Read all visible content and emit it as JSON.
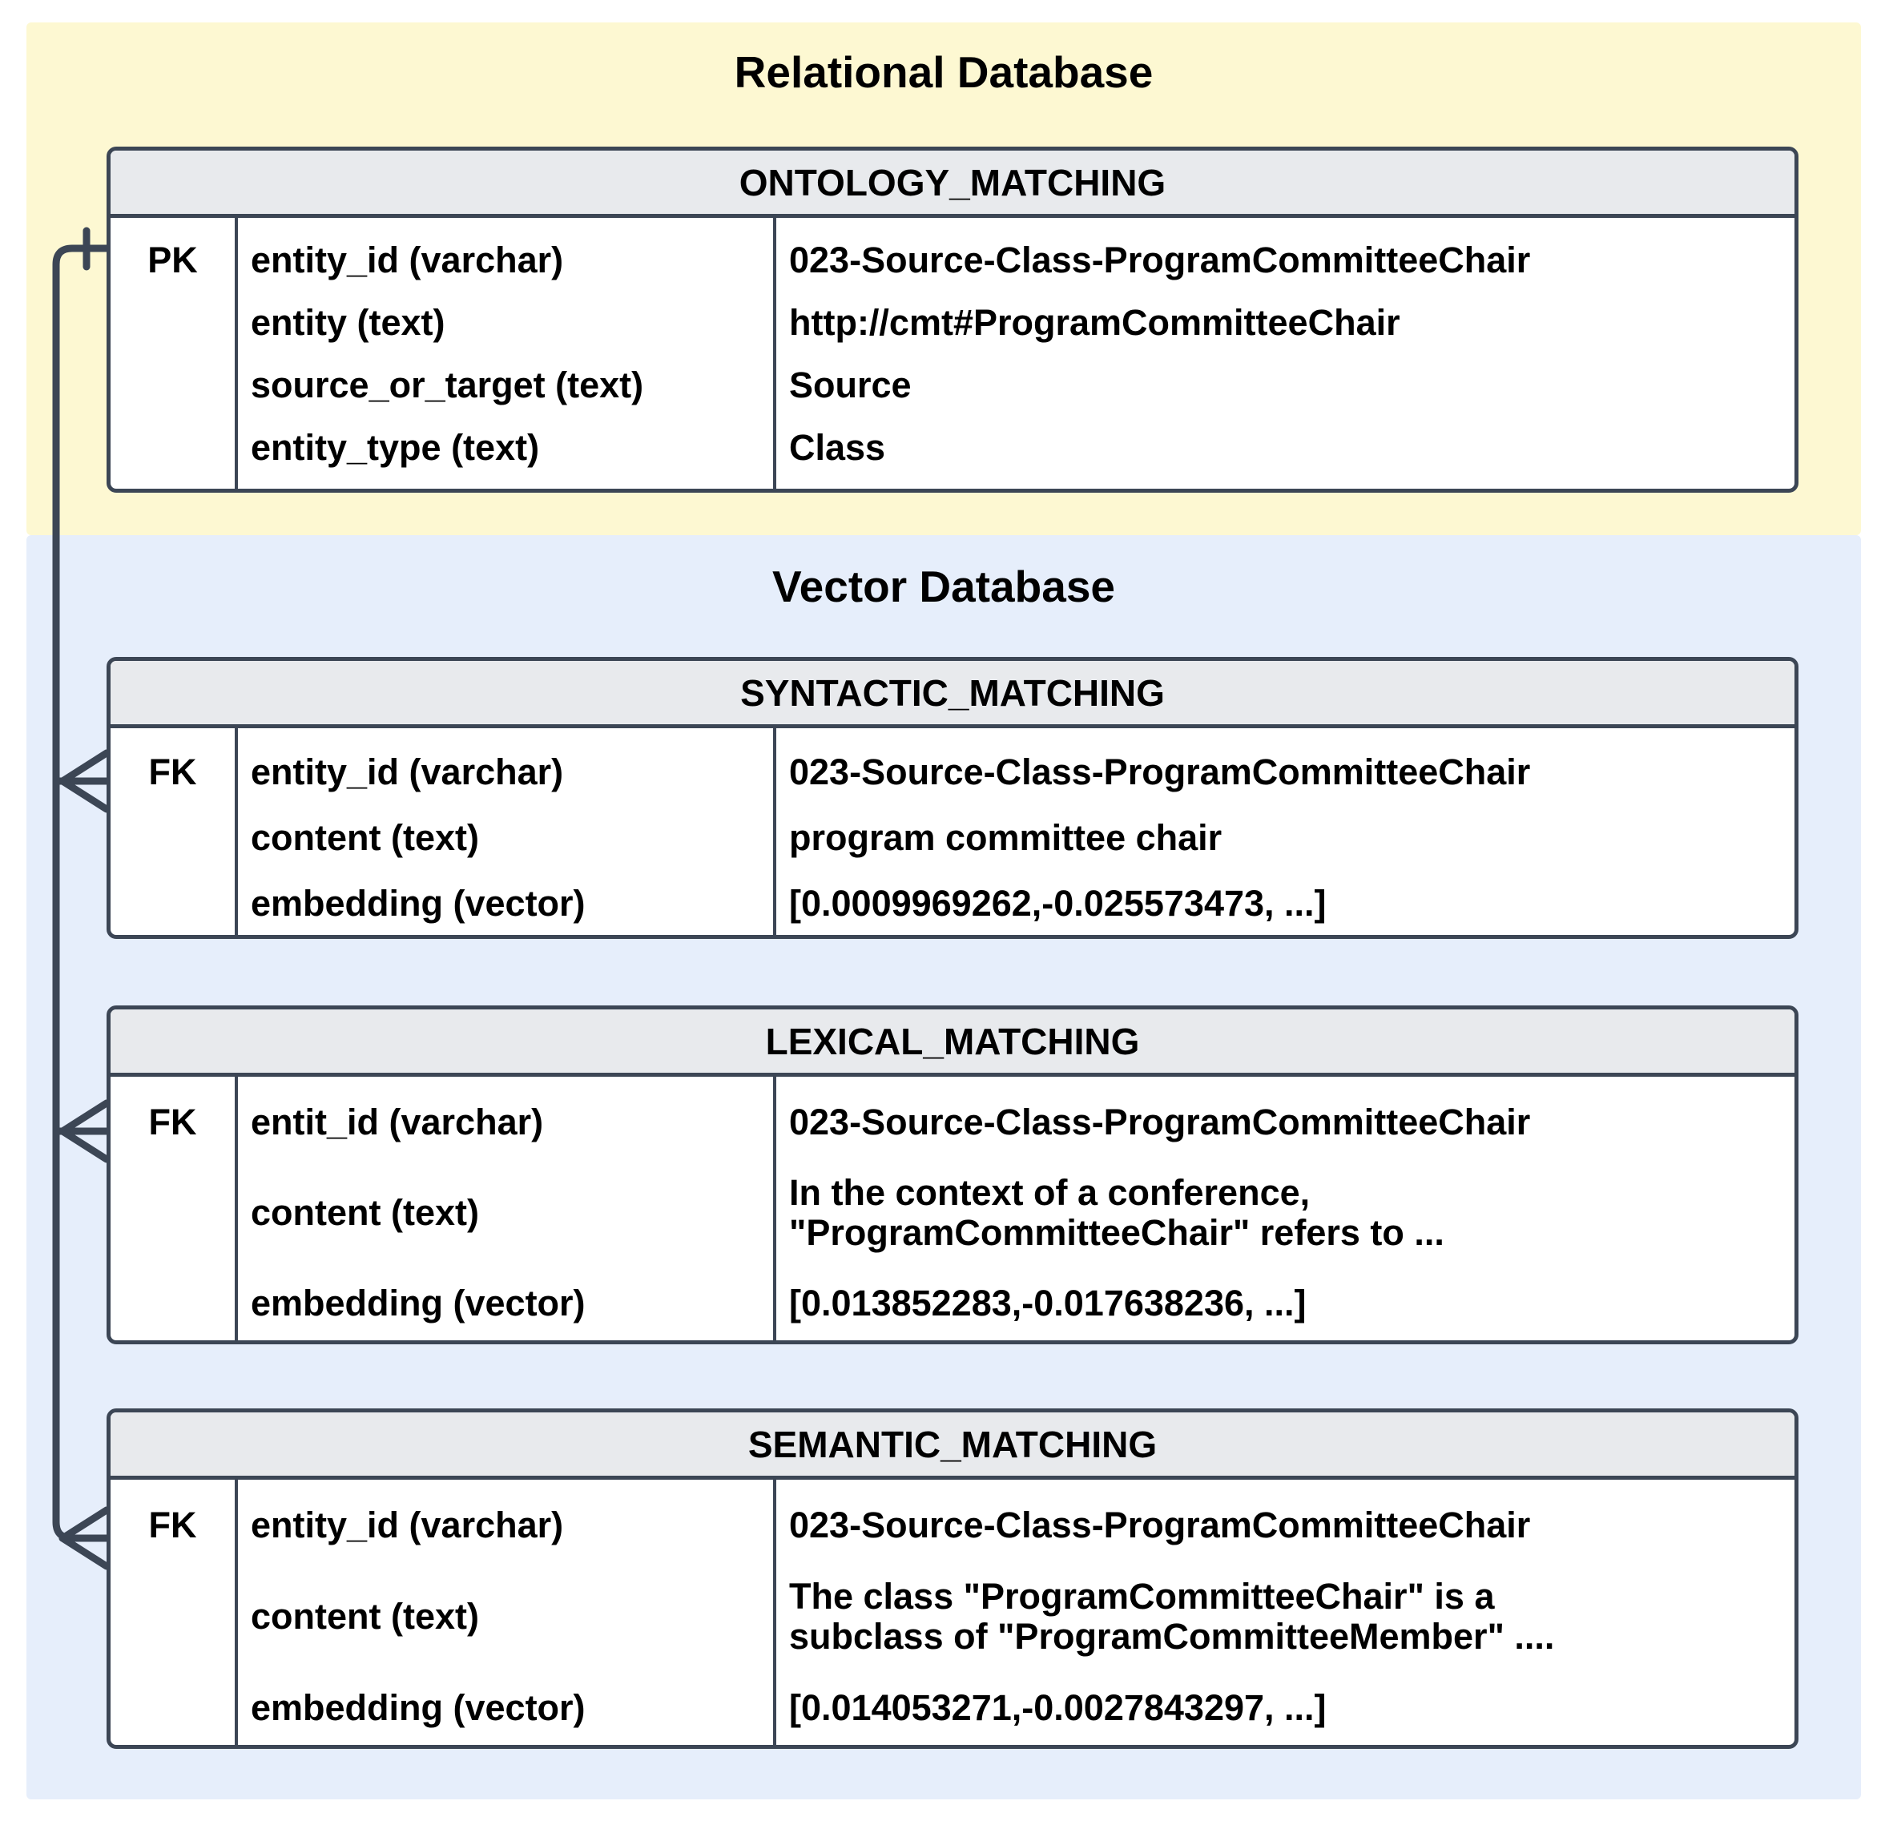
{
  "diagram": {
    "type": "entity-relationship-diagram",
    "notation": "crow's foot",
    "colors": {
      "relational_panel_bg": "#fdf8d2",
      "vector_panel_bg": "#e6eefb",
      "entity_border": "#3c4655",
      "entity_header_bg": "#e8eaed",
      "entity_body_bg": "#ffffff",
      "connector": "#3c4655",
      "text": "#000000"
    }
  },
  "panels": [
    {
      "id": "relational",
      "title": "Relational Database"
    },
    {
      "id": "vector",
      "title": "Vector Database"
    }
  ],
  "entities": [
    {
      "id": "ontology_matching",
      "name": "ONTOLOGY_MATCHING",
      "panel": "relational",
      "rows": [
        {
          "key": "PK",
          "attribute": "entity_id (varchar)",
          "value": "023-Source-Class-ProgramCommitteeChair"
        },
        {
          "key": "",
          "attribute": "entity (text)",
          "value": "http://cmt#ProgramCommitteeChair"
        },
        {
          "key": "",
          "attribute": "source_or_target (text)",
          "value": "Source"
        },
        {
          "key": "",
          "attribute": "entity_type (text)",
          "value": "Class"
        }
      ]
    },
    {
      "id": "syntactic_matching",
      "name": "SYNTACTIC_MATCHING",
      "panel": "vector",
      "rows": [
        {
          "key": "FK",
          "attribute": "entity_id (varchar)",
          "value": "023-Source-Class-ProgramCommitteeChair"
        },
        {
          "key": "",
          "attribute": "content (text)",
          "value": "program committee chair"
        },
        {
          "key": "",
          "attribute": "embedding (vector)",
          "value": "[0.0009969262,-0.025573473, ...]"
        }
      ]
    },
    {
      "id": "lexical_matching",
      "name": "LEXICAL_MATCHING",
      "panel": "vector",
      "rows": [
        {
          "key": "FK",
          "attribute": "entit_id (varchar)",
          "value": "023-Source-Class-ProgramCommitteeChair"
        },
        {
          "key": "",
          "attribute": "content (text)",
          "value": "In the context of a conference,\n\"ProgramCommitteeChair\" refers to ..."
        },
        {
          "key": "",
          "attribute": "embedding (vector)",
          "value": "[0.013852283,-0.017638236, ...]"
        }
      ]
    },
    {
      "id": "semantic_matching",
      "name": "SEMANTIC_MATCHING",
      "panel": "vector",
      "rows": [
        {
          "key": "FK",
          "attribute": "entity_id (varchar)",
          "value": "023-Source-Class-ProgramCommitteeChair"
        },
        {
          "key": "",
          "attribute": "content (text)",
          "value": "The class \"ProgramCommitteeChair\" is a\nsubclass of \"ProgramCommitteeMember\" ...."
        },
        {
          "key": "",
          "attribute": "embedding (vector)",
          "value": "[0.014053271,-0.0027843297, ...]"
        }
      ]
    }
  ],
  "relationships": [
    {
      "from": "ontology_matching",
      "to": "syntactic_matching",
      "from_cardinality": "one",
      "to_cardinality": "many"
    },
    {
      "from": "ontology_matching",
      "to": "lexical_matching",
      "from_cardinality": "one",
      "to_cardinality": "many"
    },
    {
      "from": "ontology_matching",
      "to": "semantic_matching",
      "from_cardinality": "one",
      "to_cardinality": "many"
    }
  ]
}
